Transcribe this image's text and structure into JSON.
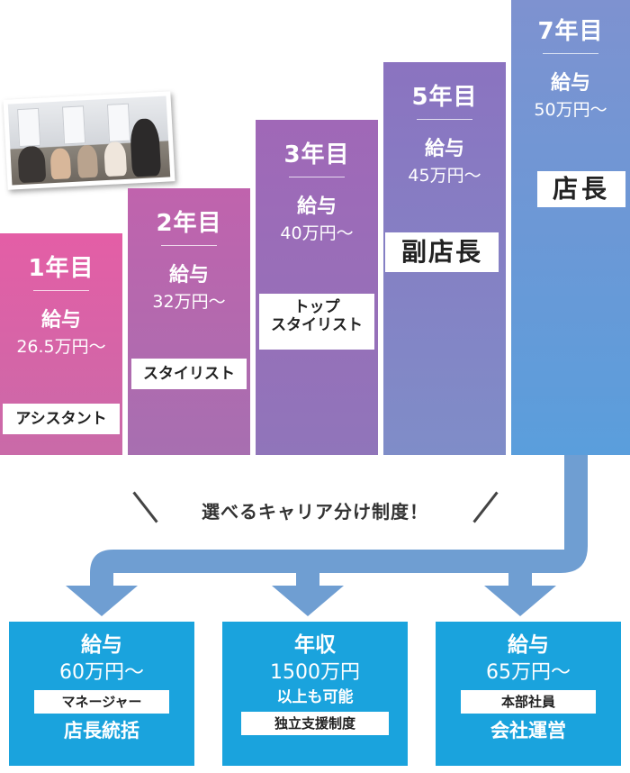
{
  "tiers": [
    {
      "year": "1年目",
      "salary_label": "給与",
      "salary": "26.5万円〜",
      "role": "アシスタント",
      "color_top": "#e45ea6",
      "color_bottom": "#c96aa8"
    },
    {
      "year": "2年目",
      "salary_label": "給与",
      "salary": "32万円〜",
      "role": "スタイリスト",
      "color_top": "#c063ad",
      "color_bottom": "#a76fb0"
    },
    {
      "year": "3年目",
      "salary_label": "給与",
      "salary": "40万円〜",
      "role_line1": "トップ",
      "role_line2": "スタイリスト",
      "color_top": "#a068b7",
      "color_bottom": "#9075ba"
    },
    {
      "year": "5年目",
      "salary_label": "給与",
      "salary": "45万円〜",
      "role": "副店長",
      "color_top": "#8b73c0",
      "color_bottom": "#7f8dc8"
    },
    {
      "year": "7年目",
      "salary_label": "給与",
      "salary": "50万円〜",
      "role": "店長",
      "color_top": "#7e92d0",
      "color_bottom": "#5a9edc"
    }
  ],
  "tagline": "選べるキャリア分け制度！",
  "branches": [
    {
      "line1": "給与",
      "line2": "60万円〜",
      "tag": "マネージャー",
      "line3": "店長統括"
    },
    {
      "line1": "年収",
      "line2": "1500万円",
      "line2b": "以上も可能",
      "tag": "独立支援制度",
      "line3": ""
    },
    {
      "line1": "給与",
      "line2": "65万円〜",
      "tag": "本部社員",
      "line3": "会社運営"
    }
  ],
  "colors": {
    "arrow": "#6f9ed2",
    "branch_box": "#1aa3dd"
  }
}
